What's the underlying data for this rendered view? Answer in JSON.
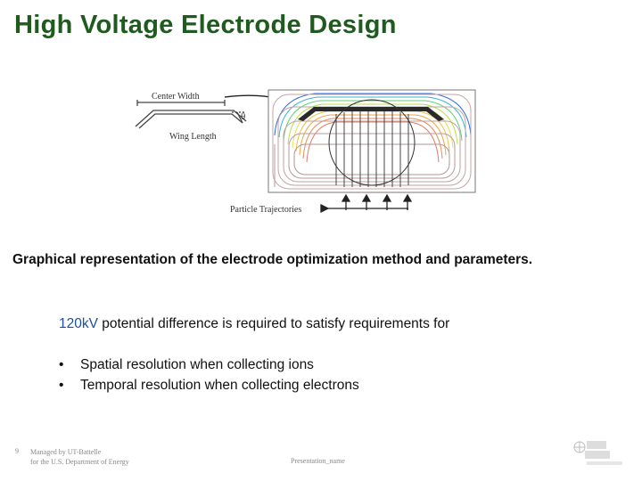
{
  "title": "High Voltage Electrode Design",
  "figure": {
    "label_center_width": "Center Width",
    "label_theta": "θ",
    "label_wing_length": "Wing Length",
    "label_particle_trajectories": "Particle Trajectories"
  },
  "caption": "Graphical representation of the electrode optimization method and parameters.",
  "requirement": {
    "highlight": "120kV",
    "text": " potential difference is required to satisfy requirements for"
  },
  "bullets": [
    "Spatial resolution when collecting ions",
    "Temporal resolution when collecting electrons"
  ],
  "footer": {
    "page_number": "9",
    "managed_line1": "Managed by UT-Battelle",
    "managed_line2": "for the U.S. Department of Energy",
    "presentation": "Presentation_name"
  },
  "colors": {
    "title": "#1f5a1f",
    "accent": "#1a4fa3"
  }
}
